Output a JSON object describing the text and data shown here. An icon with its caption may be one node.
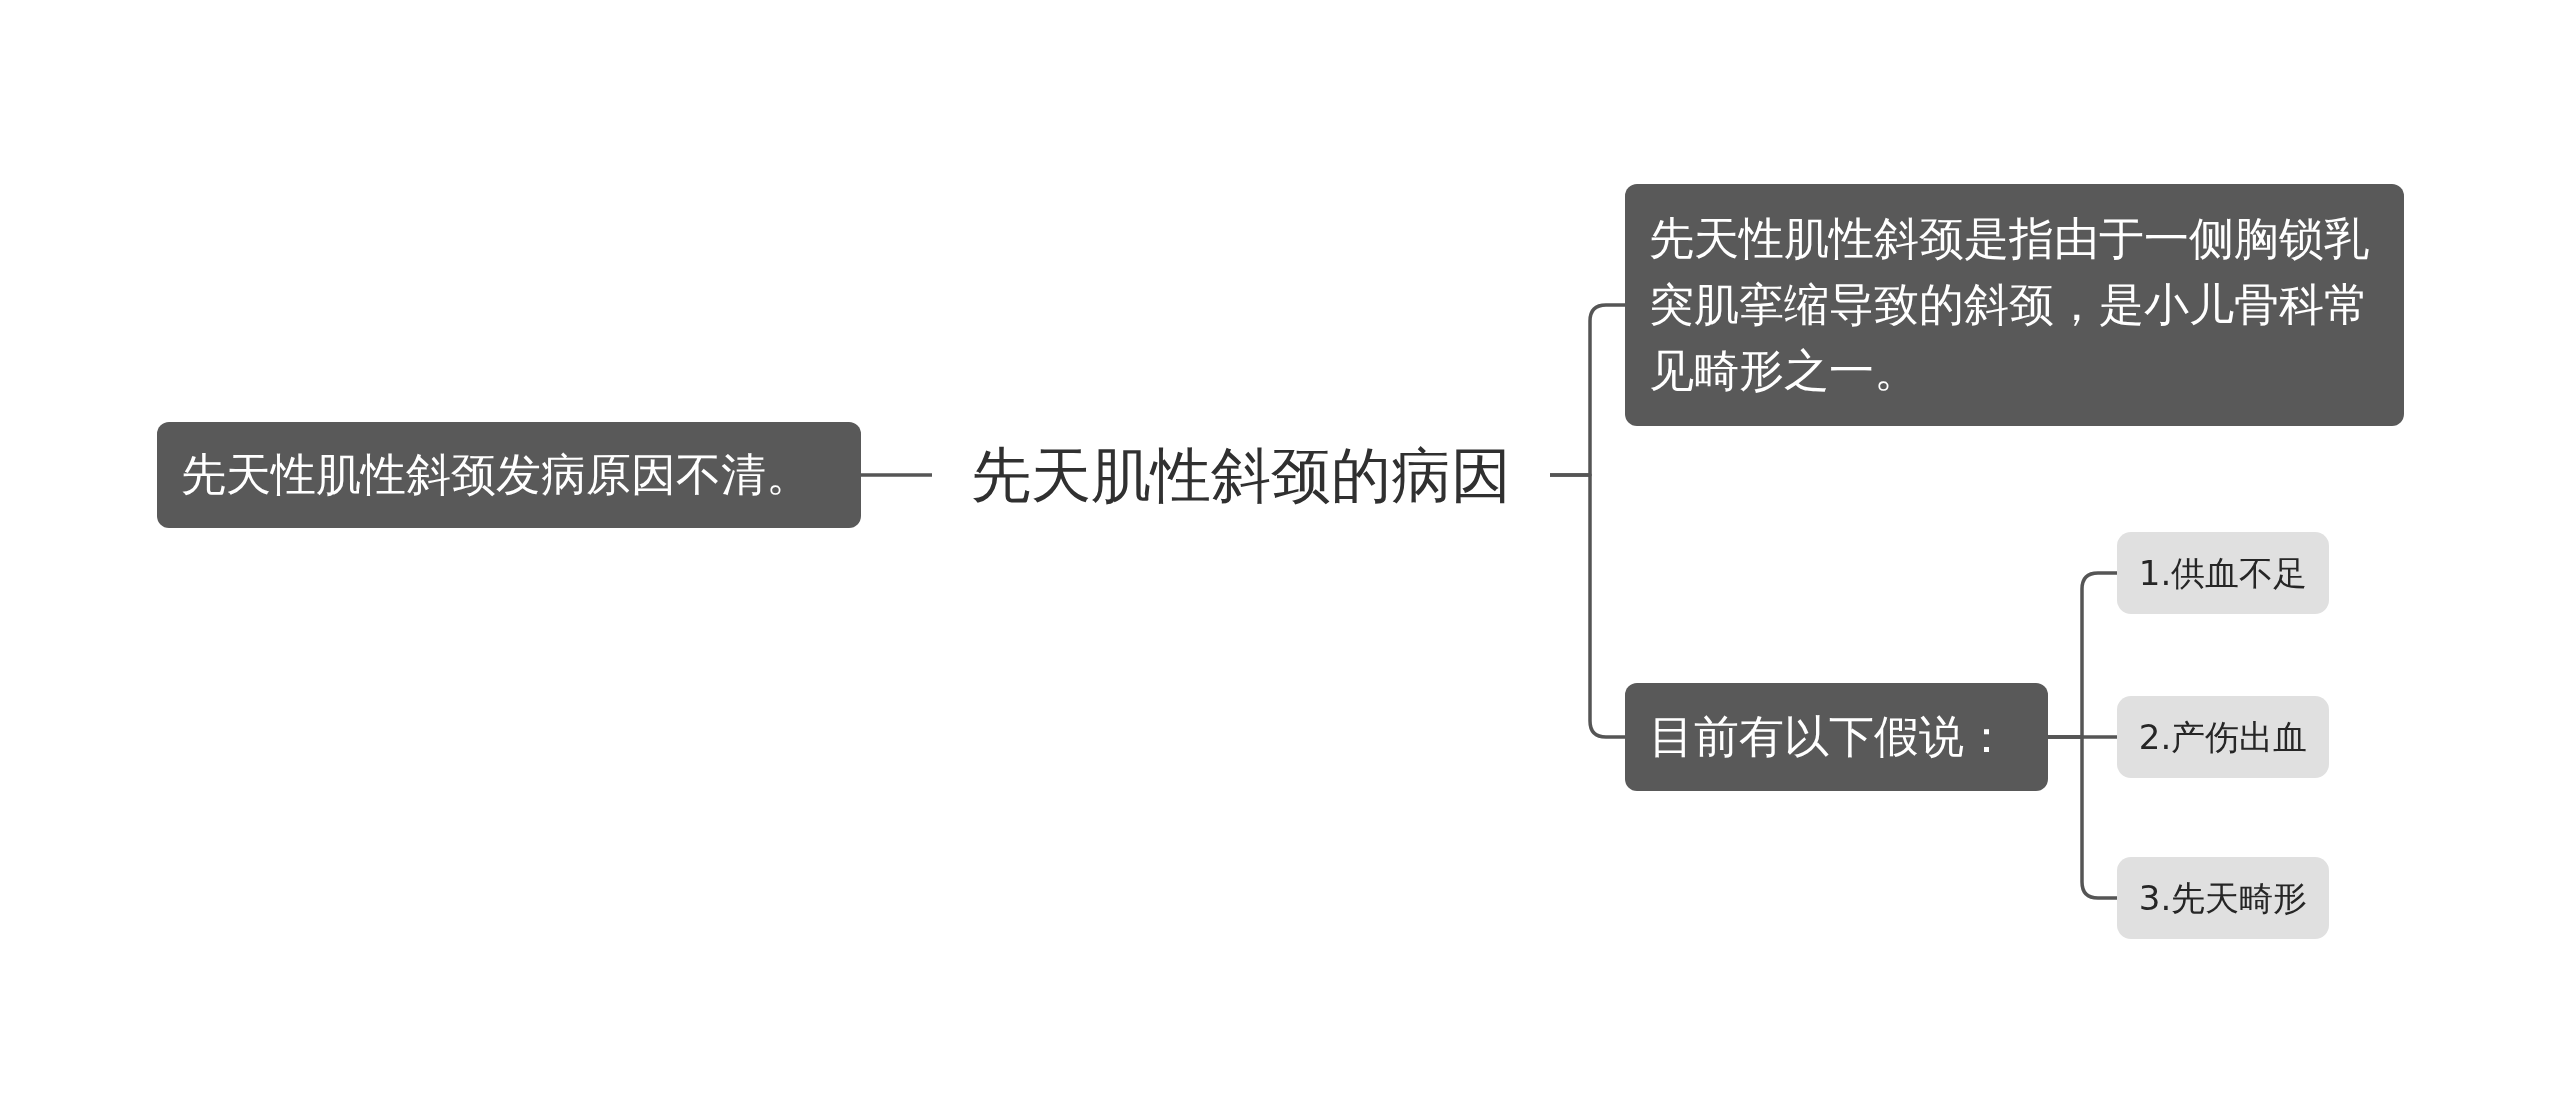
{
  "diagram": {
    "nodes": [
      {
        "text": [
          "先天性肌性斜颈发病原因不清。"
        ]
      },
      {
        "text": [
          "先天肌性斜颈的病因"
        ]
      },
      {
        "text": [
          "先天性肌性斜颈是指由于一侧胸锁乳突肌挛缩导致的斜颈，是小儿骨科常见畸形之一。"
        ]
      },
      {
        "text": [
          "目前有以下假说："
        ]
      },
      {
        "text": [
          "1.供血不足"
        ]
      },
      {
        "text": [
          "2.产伤出血"
        ]
      },
      {
        "text": [
          "3.先天畸形"
        ]
      }
    ],
    "edges": [
      {
        "from": 1,
        "to": 0,
        "arrow": "none"
      },
      {
        "from": 1,
        "to": 2,
        "arrow": "none"
      },
      {
        "from": 1,
        "to": 3,
        "arrow": "none"
      },
      {
        "from": 3,
        "to": 4,
        "arrow": "none"
      },
      {
        "from": 3,
        "to": 5,
        "arrow": "none"
      },
      {
        "from": 3,
        "to": 6,
        "arrow": "none"
      }
    ]
  }
}
